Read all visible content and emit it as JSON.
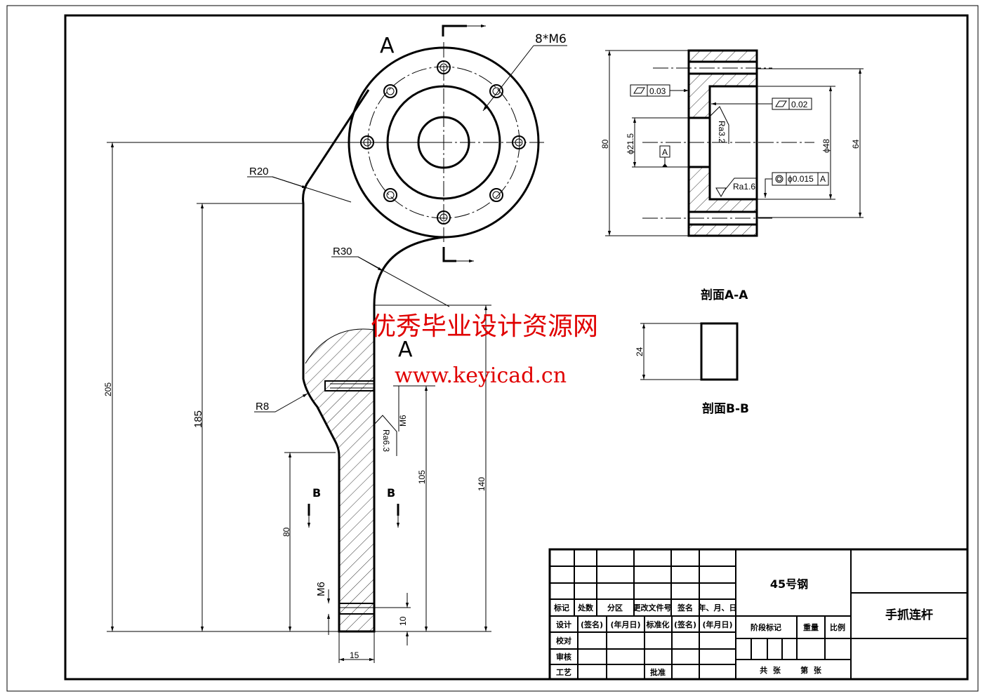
{
  "drawing": {
    "front_view": {
      "section_a_label_top": "A",
      "section_a_label_mid": "A",
      "bolt_holes_label": "8*M6",
      "radius_r20": "R20",
      "radius_r30": "R30",
      "radius_r8": "R8",
      "thread_side": "M6",
      "roughness": "Ra6.3",
      "dim_205": "205",
      "dim_185": "185",
      "dim_105": "105",
      "dim_140": "140",
      "dim_80": "80",
      "section_b_left": "B",
      "section_b_right": "B",
      "thread_bottom": "M6",
      "dim_10": "10",
      "dim_15": "15"
    },
    "section_aa": {
      "title": "剖面A-A",
      "flatness_1": "0.03",
      "flatness_2": "0.02",
      "roughness_1": "Ra3.2",
      "roughness_2": "Ra1.6",
      "dim_bore": "ϕ21.5",
      "datum": "A",
      "dim_48": "ϕ48",
      "dim_64": "64",
      "dim_80": "80",
      "concentricity_value": "ϕ0.015",
      "concentricity_datum": "A"
    },
    "section_bb": {
      "title": "剖面B-B",
      "dim_24": "24"
    }
  },
  "watermark": {
    "title": "优秀毕业设计资源网",
    "url": "www.keyicad.cn"
  },
  "title_block": {
    "material": "45号钢",
    "part_name": "手抓连杆",
    "header_row": [
      "标记",
      "处数",
      "分区",
      "更改文件号",
      "签名",
      "年、月、日"
    ],
    "design_row": [
      "设计",
      "(签名)",
      "(年月日)",
      "标准化",
      "(签名)",
      "(年月日)"
    ],
    "check": "校对",
    "review": "审核",
    "process": "工艺",
    "approve": "批准",
    "stage_mark": "阶段标记",
    "weight": "重量",
    "scale": "比例",
    "sheets_total": "共  张",
    "sheet_no": "第  张"
  }
}
